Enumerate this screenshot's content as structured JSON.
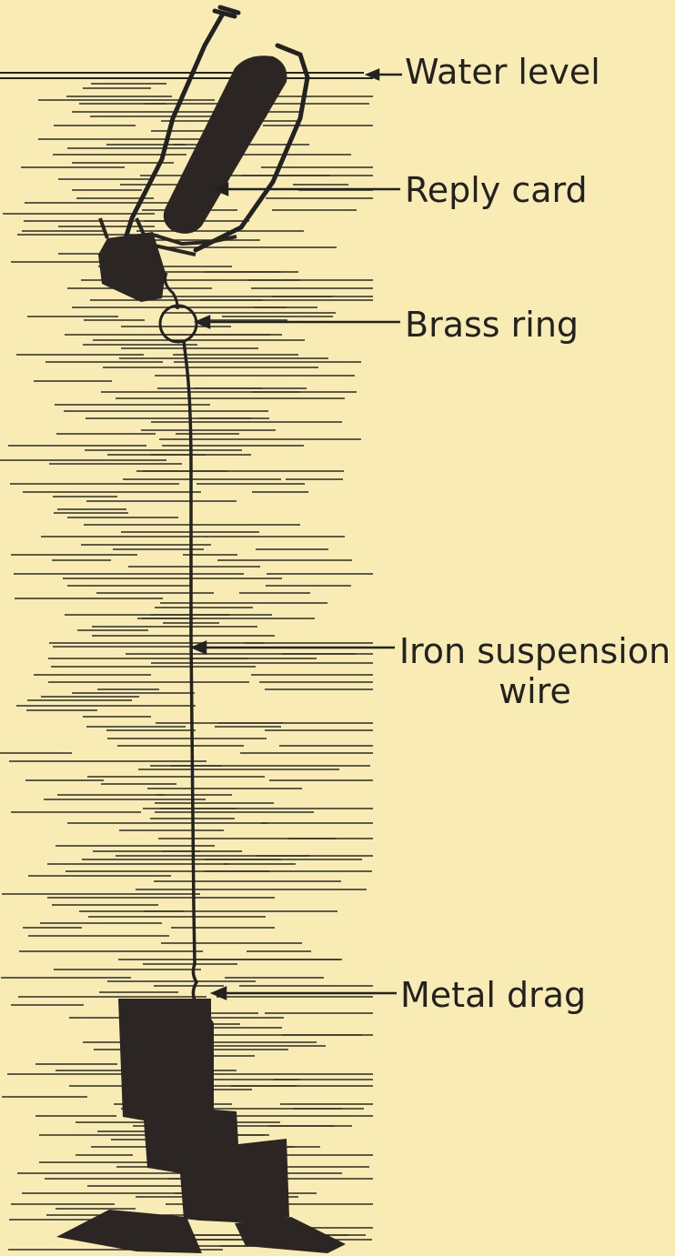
{
  "labels": {
    "water_level": "Water level",
    "reply_card": "Reply card",
    "brass_ring": "Brass ring",
    "iron_wire_line1": "Iron suspension",
    "iron_wire_line2": "wire",
    "metal_drag": "Metal drag"
  },
  "colors": {
    "background": "#f8ebb4",
    "ink": "#222222",
    "dark_fill": "#2b2623"
  }
}
